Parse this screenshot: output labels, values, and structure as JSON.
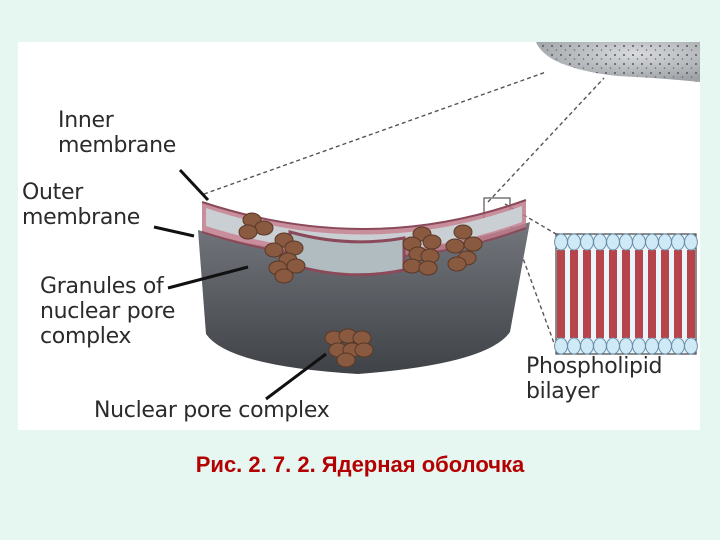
{
  "figure": {
    "labels": {
      "inner_membrane": [
        "Inner",
        "membrane"
      ],
      "outer_membrane": [
        "Outer",
        "membrane"
      ],
      "granules": [
        "Granules of",
        "nuclear pore",
        "complex"
      ],
      "nuclear_pore_complex": "Nuclear pore complex",
      "phospholipid_bilayer": [
        "Phospholipid",
        "bilayer"
      ]
    },
    "colors": {
      "envelope_gray": "#5f6268",
      "membrane_fill": "#c9cfd2",
      "pore_brown": "#8a5a40",
      "lipid_head": "#cfe9f7",
      "lipid_tail": "#b8444b"
    }
  },
  "caption": "Рис. 2. 7. 2. Ядерная оболочка"
}
